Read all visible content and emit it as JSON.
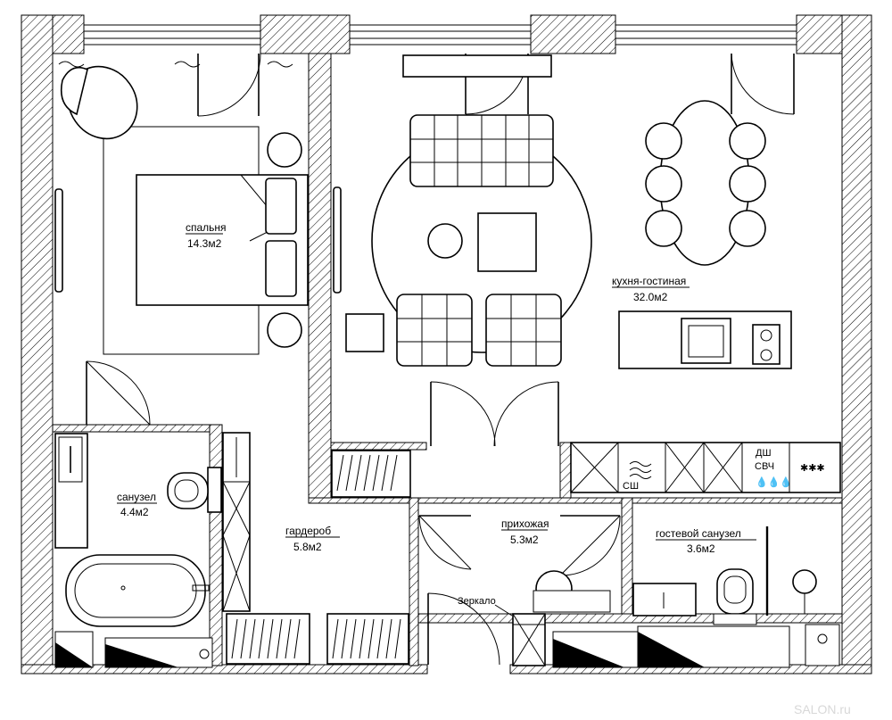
{
  "rooms": {
    "bedroom": {
      "name": "спальня",
      "area": "14.3м2"
    },
    "kitchen_living": {
      "name": "кухня-гостиная",
      "area": "32.0м2"
    },
    "bathroom": {
      "name": "санузел",
      "area": "4.4м2"
    },
    "wardrobe": {
      "name": "гардероб",
      "area": "5.8м2"
    },
    "hallway": {
      "name": "прихожая",
      "area": "5.3м2"
    },
    "guest_bathroom": {
      "name": "гостевой санузел",
      "area": "3.6м2"
    }
  },
  "labels": {
    "mirror": "Зеркало",
    "dishwasher": "ДШ",
    "microwave": "СВЧ",
    "washer": "СШ",
    "hob_marks": "✱✱✱",
    "drops": "💧💧💧"
  },
  "watermark": "SALON.ru"
}
